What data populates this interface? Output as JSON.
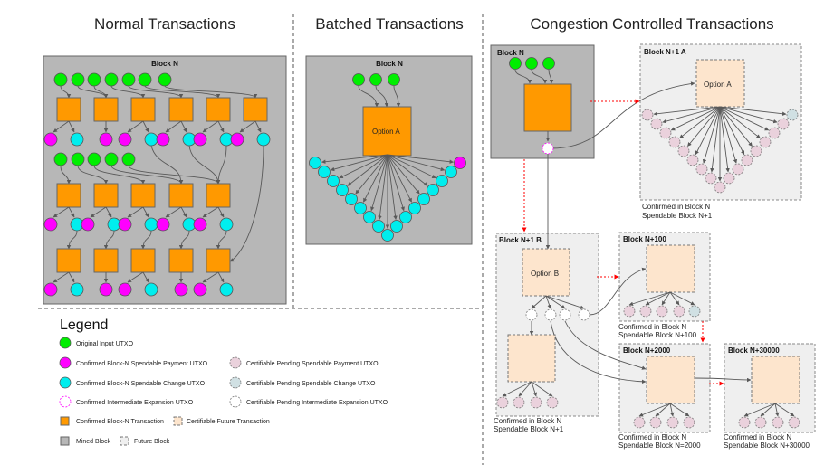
{
  "colors": {
    "input_utxo": "#00ee00",
    "payment_utxo": "#ff00ff",
    "change_utxo": "#00eeee",
    "tx_confirmed": "#ff9900",
    "tx_future": "#fde5cd",
    "pending_payment": "#ead1dc",
    "pending_change": "#d0e0e3",
    "mined_block": "#b7b7b7",
    "future_block": "#efefef",
    "edge": "#595959",
    "link": "#ff0000"
  },
  "sections": {
    "normal": {
      "title": "Normal Transactions",
      "block_label": "Block N"
    },
    "batched": {
      "title": "Batched Transactions",
      "block_label": "Block N",
      "tx_label": "Option A"
    },
    "congestion": {
      "title": "Congestion Controlled Transactions",
      "block_n": {
        "label": "Block N"
      },
      "block_n1a": {
        "label": "Block N+1 A",
        "tx_label": "Option A",
        "caption1": "Confirmed in Block N",
        "caption2": "Spendable Block N+1"
      },
      "block_n1b": {
        "label": "Block N+1 B",
        "tx_label": "Option B",
        "caption1": "Confirmed in Block N",
        "caption2": "Spendable Block N+1"
      },
      "block_n100": {
        "label": "Block N+100",
        "caption1": "Confirmed in Block N",
        "caption2": "Spendable Block N+100"
      },
      "block_n2000": {
        "label": "Block N+2000",
        "caption1": "Confirmed in Block N",
        "caption2": "Spendable Block N=2000"
      },
      "block_n30000": {
        "label": "Block N+30000",
        "caption1": "Confirmed in Block N",
        "caption2": "Spendable Block N+30000"
      }
    }
  },
  "legend": {
    "title": "Legend",
    "items": [
      {
        "id": "original-input-utxo",
        "label": "Original Input UTXO"
      },
      {
        "id": "confirmed-payment-utxo",
        "label": "Confirmed Block-N Spendable Payment UTXO"
      },
      {
        "id": "confirmed-change-utxo",
        "label": "Confirmed Block-N Spendable Change UTXO"
      },
      {
        "id": "confirmed-intermediate-utxo",
        "label": "Confirmed Intermediate Expansion UTXO"
      },
      {
        "id": "confirmed-transaction",
        "label": "Confirmed Block-N Transaction"
      },
      {
        "id": "certifiable-future-transaction",
        "label": "Certifiable Future Transaction"
      },
      {
        "id": "mined-block",
        "label": "Mined Block"
      },
      {
        "id": "future-block",
        "label": "Future Block"
      },
      {
        "id": "pending-payment-utxo",
        "label": "Certifiable  Pending Spendable Payment UTXO"
      },
      {
        "id": "pending-change-utxo",
        "label": "Certifiable Pending Spendable Change UTXO"
      },
      {
        "id": "pending-intermediate-utxo",
        "label": "Certifiable Pending Intermediate Expansion UTXO"
      }
    ]
  }
}
